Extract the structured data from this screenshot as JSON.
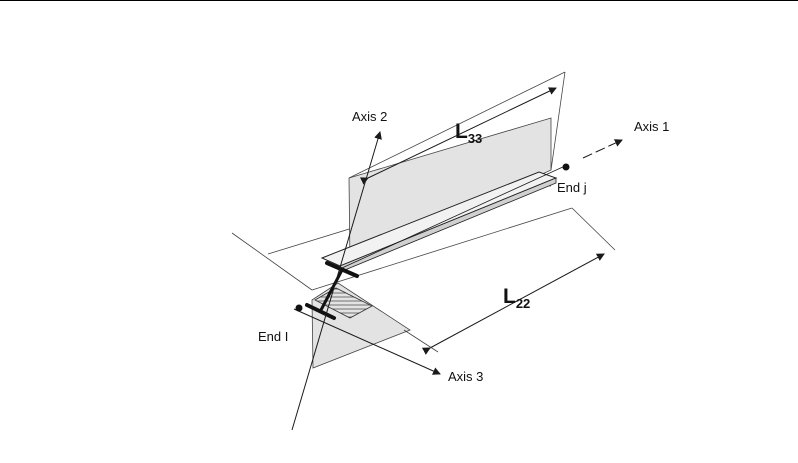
{
  "labels": {
    "axis1": "Axis 1",
    "axis2": "Axis 2",
    "axis3": "Axis 3",
    "end_i": "End I",
    "end_j": "End j",
    "l33_main": "L",
    "l33_sub": "33",
    "l22_main": "L",
    "l22_sub": "22"
  },
  "colors": {
    "line": "#1a1a1a",
    "plane_fill": "#e3e3e3",
    "flange_fill": "#f2f2f2",
    "section": "#111111"
  }
}
